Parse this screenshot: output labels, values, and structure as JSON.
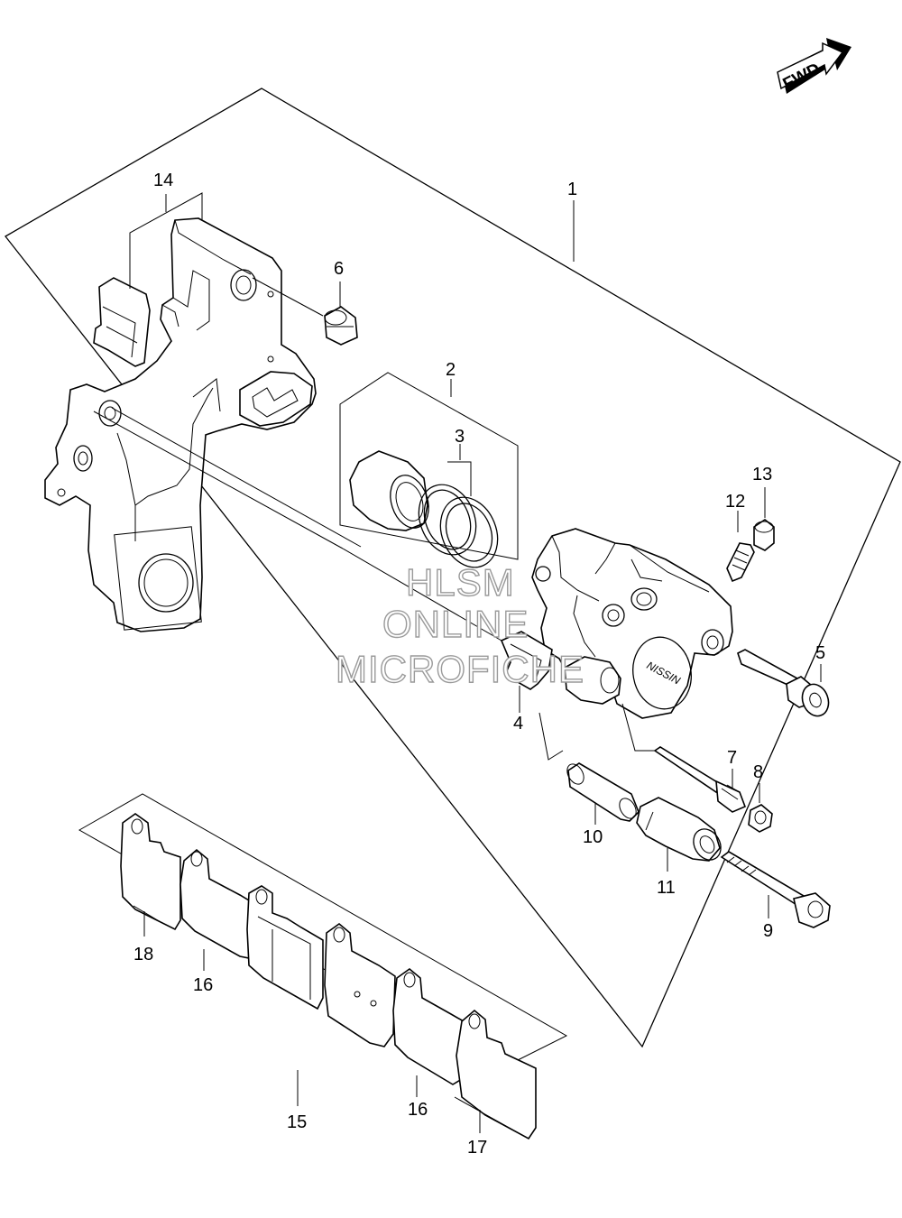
{
  "fwd_label": "FWD",
  "watermark": {
    "line1": "HLSM",
    "line2": "ONLINE",
    "line3": "MICROFICHE"
  },
  "callouts": {
    "p1": "1",
    "p2": "2",
    "p3": "3",
    "p4": "4",
    "p5": "5",
    "p6": "6",
    "p7": "7",
    "p8": "8",
    "p9": "9",
    "p10": "10",
    "p11": "11",
    "p12": "12",
    "p13": "13",
    "p14": "14",
    "p15": "15",
    "p16a": "16",
    "p16b": "16",
    "p17": "17",
    "p18": "18"
  },
  "caliper_emboss": "NISSIN"
}
